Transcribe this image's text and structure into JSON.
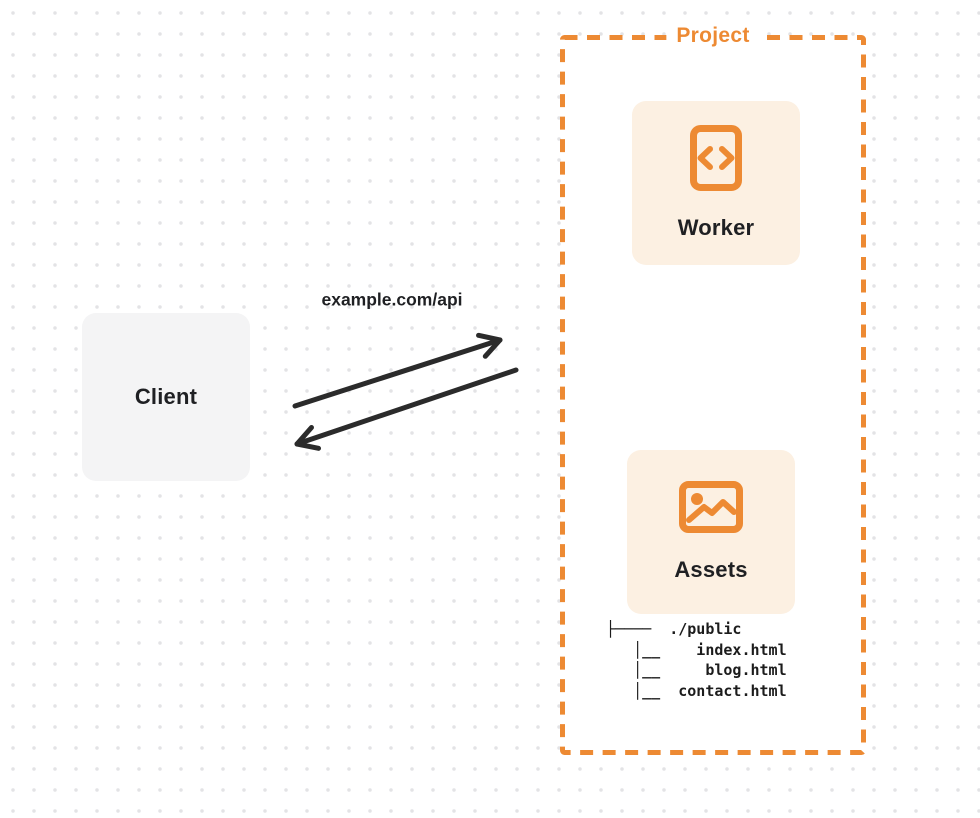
{
  "diagram": {
    "project": {
      "label": "Project",
      "worker": {
        "label": "Worker",
        "icon": "code-file-icon"
      },
      "assets": {
        "label": "Assets",
        "icon": "image-icon"
      },
      "file_tree": "├────  ./public\n   │__    index.html\n   │__     blog.html\n   │__  contact.html"
    },
    "client": {
      "label": "Client"
    },
    "request": {
      "url_label": "example.com/api"
    },
    "colors": {
      "accent_orange": "#ED8A33",
      "card_cream": "#FCF0E2",
      "card_gray": "#F4F4F5",
      "text_dark": "#1F2023",
      "arrow": "#2B2B2B",
      "background_dot": "#E3E3E5"
    }
  }
}
